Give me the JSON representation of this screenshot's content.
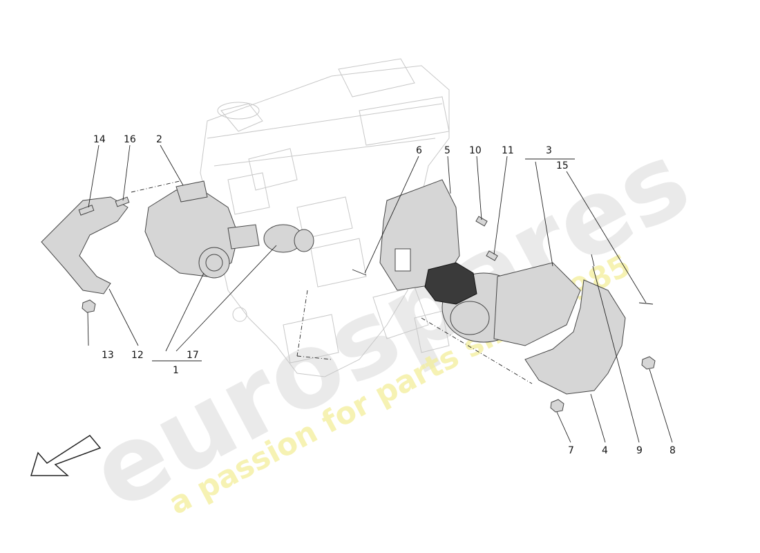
{
  "callouts": {
    "c1": "1",
    "c2": "2",
    "c3": "3",
    "c4": "4",
    "c5": "5",
    "c6": "6",
    "c7": "7",
    "c8": "8",
    "c9": "9",
    "c10": "10",
    "c11": "11",
    "c12": "12",
    "c13": "13",
    "c14": "14",
    "c15": "15",
    "c16": "16",
    "c17": "17"
  },
  "watermark": {
    "brand": "eurospares",
    "tagline": "a passion for parts since 1985"
  },
  "colors": {
    "watermark_grey": "#d9d9d9",
    "watermark_yellow": "#f3ee9a",
    "part_fill": "#d6d6d6",
    "actuator_fill": "#3a3a3a"
  },
  "icons": {
    "direction": "arrow-direction-icon"
  }
}
